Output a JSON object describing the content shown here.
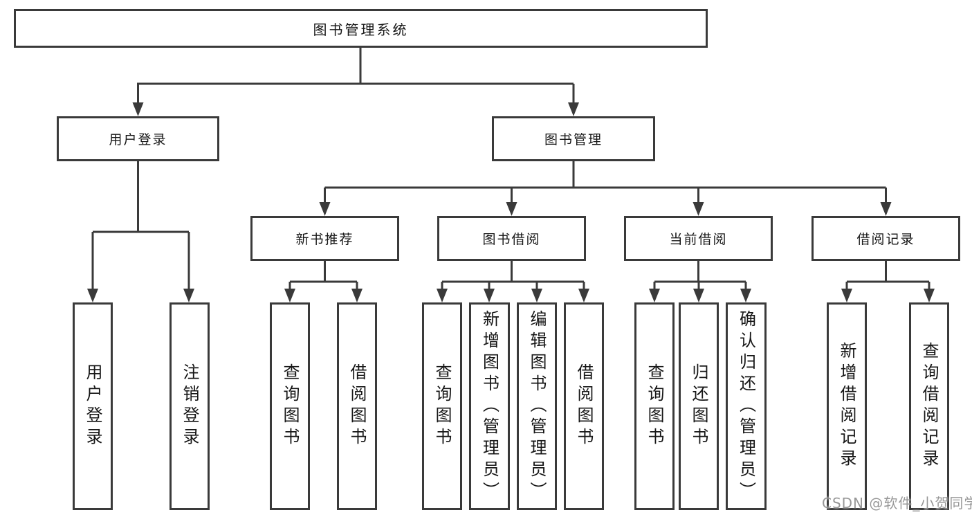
{
  "tree": {
    "root": "图书管理系统",
    "branches": [
      {
        "label": "用户登录",
        "children": [
          "用户登录",
          "注销登录"
        ]
      },
      {
        "label": "图书管理",
        "sections": [
          {
            "label": "新书推荐",
            "children": [
              "查询图书",
              "借阅图书"
            ]
          },
          {
            "label": "图书借阅",
            "children": [
              "查询图书",
              "新增图书（管理员）",
              "编辑图书（管理员）",
              "借阅图书"
            ]
          },
          {
            "label": "当前借阅",
            "children": [
              "查询图书",
              "归还图书",
              "确认归还（管理员）"
            ]
          },
          {
            "label": "借阅记录",
            "children": [
              "新增借阅记录",
              "查询借阅记录"
            ]
          }
        ]
      }
    ]
  },
  "colors": {
    "line": "#3a3a3a",
    "text": "#161616",
    "watermark": "#8e8e8e",
    "background": "#ffffff"
  },
  "watermark": {
    "text": "CSDN @软件_小贺同学"
  }
}
